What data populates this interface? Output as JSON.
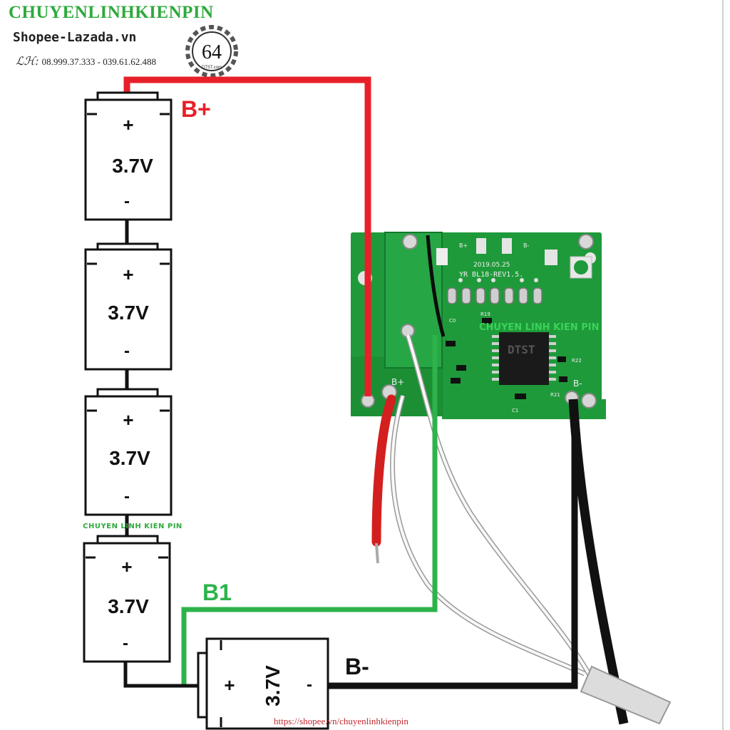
{
  "header": {
    "brand": "CHUYENLINHKIENPIN",
    "shop": "Shopee-Lazada.vn",
    "phone_prefix": "ℒℋ:",
    "phone": "08.999.37.333 - 039.61.62.488",
    "logo_text": "64",
    "logo_sub": "DTST.com"
  },
  "cells": [
    {
      "plus": "+",
      "voltage": "3.7V",
      "minus": "-"
    },
    {
      "plus": "+",
      "voltage": "3.7V",
      "minus": "-"
    },
    {
      "plus": "+",
      "voltage": "3.7V",
      "minus": "-"
    },
    {
      "plus": "+",
      "voltage": "3.7V",
      "minus": "-"
    },
    {
      "plus": "+",
      "voltage": "3.7V",
      "minus": "-"
    }
  ],
  "labels": {
    "bplus": "B+",
    "b1": "B1",
    "bminus": "B-"
  },
  "pcb": {
    "date": "2019.05.25",
    "model": "YR BL18-REV1.5.",
    "watermark": "CHUYEN LINH KIEN PIN",
    "chip": "DTST",
    "pad_bplus": "B+",
    "pad_bminus": "B-",
    "silk_bplus_top": "B+",
    "silk_bminus_top": "B-",
    "r19": "R19",
    "r22": "R22",
    "r21": "R21",
    "c1": "C1",
    "c0": "C0"
  },
  "cell_watermark": "CHUYEN LINH KIEN PIN",
  "footer_url": "https://shopee.vn/chuyenlinhkienpin",
  "colors": {
    "bplus_wire": "#e8202a",
    "b1_wire": "#2db34a",
    "bminus_wire": "#111111",
    "pcb": "#1f9a3a",
    "brand": "#2eaa3c"
  }
}
